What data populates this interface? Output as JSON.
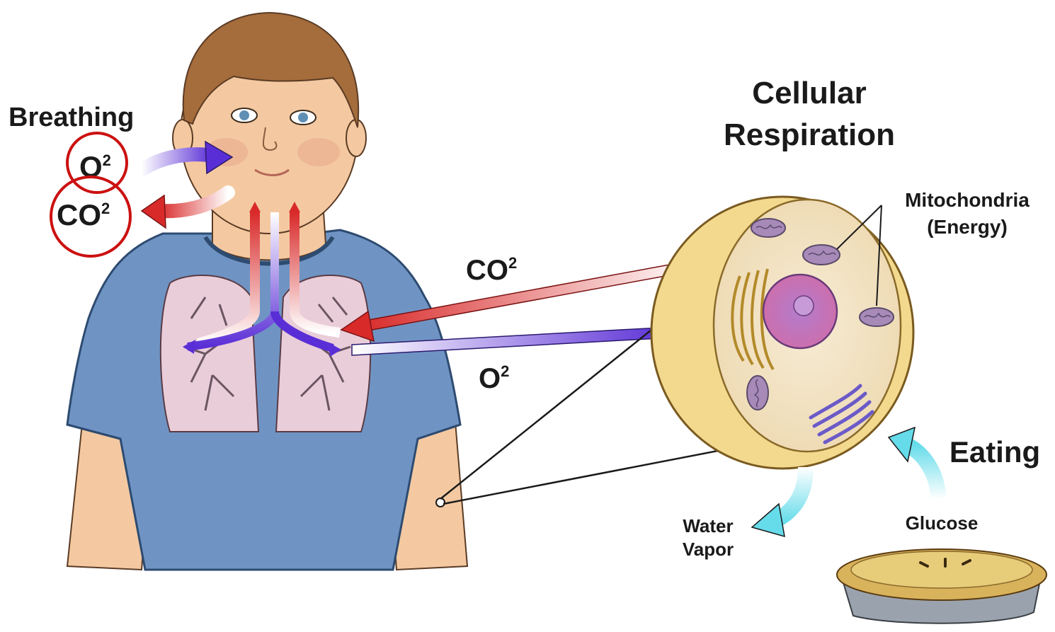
{
  "labels": {
    "breathing": "Breathing",
    "breathing_o2": "O",
    "breathing_o2_sup": "2",
    "breathing_co2": "CO",
    "breathing_co2_sup": "2",
    "cellular_line1": "Cellular",
    "cellular_line2": "Respiration",
    "mito_line1": "Mitochondria",
    "mito_line2": "(Energy)",
    "transfer_co2": "CO",
    "transfer_co2_sup": "2",
    "transfer_o2": "O",
    "transfer_o2_sup": "2",
    "eating": "Eating",
    "water_line1": "Water",
    "water_line2": "Vapor",
    "glucose": "Glucose"
  },
  "colors": {
    "oxygen": "#5a2ed6",
    "carbon_dioxide": "#d92a2a",
    "highlight_circle": "#cc1111",
    "water_glucose_arrow": "#66dcea",
    "shirt": "#6f94c4",
    "skin": "#f4c9a1",
    "hair": "#a56c3c",
    "lung": "#e9cdd9",
    "cell": "#f2d98e"
  },
  "icons": {
    "person": "boy-with-lungs-illustration",
    "cell": "animal-cell-cross-section",
    "food": "pie-icon"
  }
}
